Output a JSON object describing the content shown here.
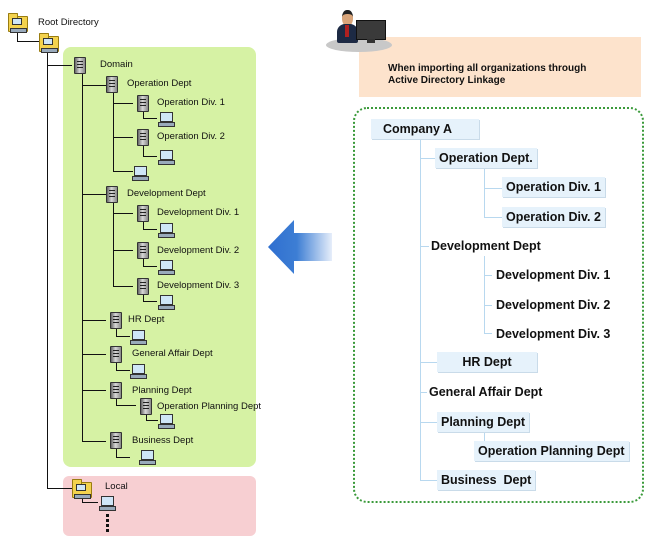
{
  "caption": {
    "line1": "When importing all organizations through",
    "line2": "Active Directory Linkage"
  },
  "left_tree": {
    "root": "Root Directory",
    "domain": "Domain",
    "operation_dept": "Operation Dept",
    "operation_div1": "Operation Div. 1",
    "operation_div2": "Operation Div. 2",
    "development_dept": "Development Dept",
    "development_div1": "Development Div. 1",
    "development_div2": "Development Div. 2",
    "development_div3": "Development Div. 3",
    "hr_dept": "HR Dept",
    "general_affair_dept": "General Affair Dept",
    "planning_dept": "Planning Dept",
    "operation_planning_dept": "Operation Planning Dept",
    "business_dept": "Business Dept",
    "local": "Local"
  },
  "right_tree": {
    "company": "Company A",
    "operation_dept": "Operation Dept.",
    "operation_div1": "Operation Div. 1",
    "operation_div2": "Operation Div. 2",
    "development_dept": "Development Dept",
    "development_div1": "Development Div. 1",
    "development_div2": "Development Div. 2",
    "development_div3": "Development Div. 3",
    "hr_dept": "HR Dept",
    "general_affair_dept": "General Affair Dept",
    "planning_dept": "Planning Dept",
    "operation_planning_dept": "Operation Planning Dept",
    "business_dept": "Business  Dept"
  },
  "colors": {
    "domain_panel": "#d6f2a4",
    "local_panel": "#f7cfd2",
    "caption_panel": "#fde3cc",
    "org_box": "#e6f2fb",
    "arrow": "#3d7ed4",
    "dashed_border": "#3a9a3a"
  },
  "icons": {
    "folder": "folder-icon",
    "server": "server-icon",
    "computer": "computer-icon",
    "person": "person-at-computer-icon",
    "arrow": "left-arrow-icon"
  }
}
